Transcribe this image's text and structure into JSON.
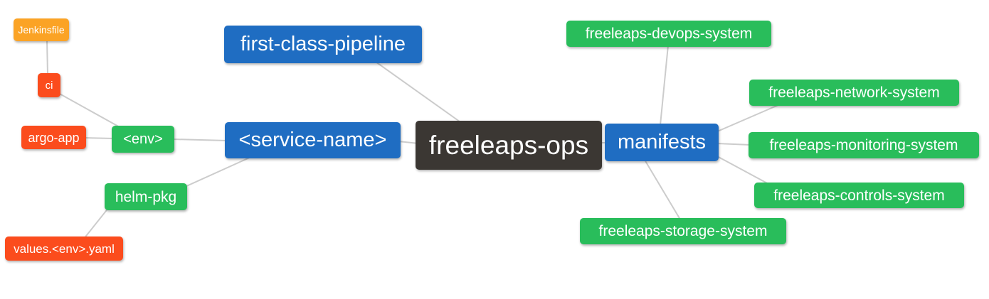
{
  "diagram": {
    "type": "mindmap",
    "background": "#ffffff",
    "edge_color": "#cccccc",
    "root": "freeleaps-ops",
    "colors": {
      "root_dark": "#3b3733",
      "level1_blue": "#1f6dc2",
      "level2_green": "#29bd5b",
      "level3_red": "#fb4c1d",
      "level4_orange": "#fba325",
      "text": "#ffffff"
    },
    "nodes": {
      "freeleaps_ops": {
        "label": "freeleaps-ops",
        "color": "#3b3733"
      },
      "first_class_pipeline": {
        "label": "first-class-pipeline",
        "color": "#1f6dc2"
      },
      "service_name": {
        "label": "<service-name>",
        "color": "#1f6dc2"
      },
      "manifests": {
        "label": "manifests",
        "color": "#1f6dc2"
      },
      "env": {
        "label": "<env>",
        "color": "#29bd5b"
      },
      "helm_pkg": {
        "label": "helm-pkg",
        "color": "#29bd5b"
      },
      "argo_app": {
        "label": "argo-app",
        "color": "#fb4c1d"
      },
      "ci": {
        "label": "ci",
        "color": "#fb4c1d"
      },
      "jenkinsfile": {
        "label": "Jenkinsfile",
        "color": "#fba325"
      },
      "values_env_yaml": {
        "label": "values.<env>.yaml",
        "color": "#fb4c1d"
      },
      "devops_system": {
        "label": "freeleaps-devops-system",
        "color": "#29bd5b"
      },
      "network_system": {
        "label": "freeleaps-network-system",
        "color": "#29bd5b"
      },
      "monitoring_system": {
        "label": "freeleaps-monitoring-system",
        "color": "#29bd5b"
      },
      "controls_system": {
        "label": "freeleaps-controls-system",
        "color": "#29bd5b"
      },
      "storage_system": {
        "label": "freeleaps-storage-system",
        "color": "#29bd5b"
      }
    },
    "edges": [
      {
        "from": "ci",
        "to": "jenkinsfile"
      },
      {
        "from": "env",
        "to": "ci"
      },
      {
        "from": "env",
        "to": "argo_app"
      },
      {
        "from": "service_name",
        "to": "env"
      },
      {
        "from": "service_name",
        "to": "helm_pkg"
      },
      {
        "from": "helm_pkg",
        "to": "values_env_yaml"
      },
      {
        "from": "freeleaps_ops",
        "to": "first_class_pipeline"
      },
      {
        "from": "freeleaps_ops",
        "to": "service_name"
      },
      {
        "from": "freeleaps_ops",
        "to": "manifests"
      },
      {
        "from": "manifests",
        "to": "devops_system"
      },
      {
        "from": "manifests",
        "to": "network_system"
      },
      {
        "from": "manifests",
        "to": "monitoring_system"
      },
      {
        "from": "manifests",
        "to": "controls_system"
      },
      {
        "from": "manifests",
        "to": "storage_system"
      }
    ]
  }
}
